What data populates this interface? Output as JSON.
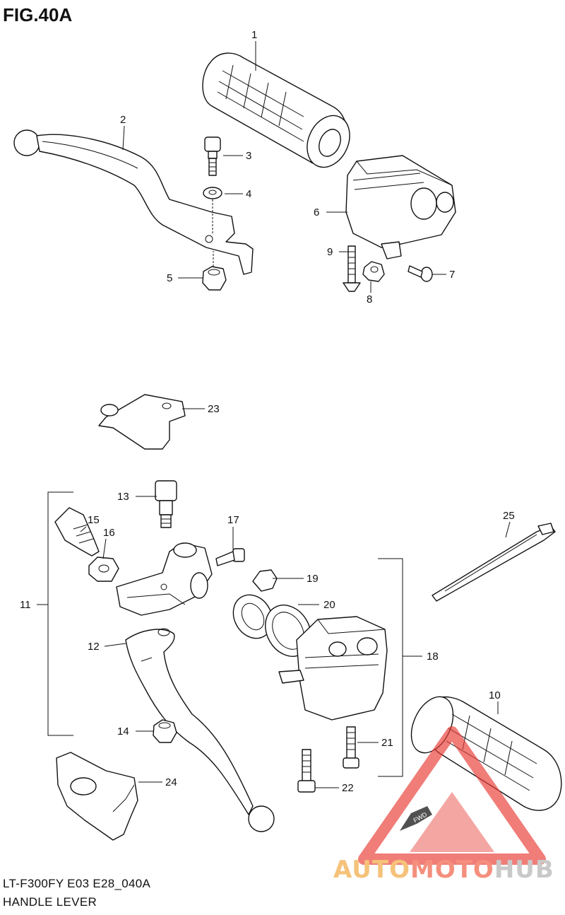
{
  "figure": {
    "title": "FIG.40A"
  },
  "footer": {
    "code": "LT-F300FY E03 E28_040A",
    "caption": "HANDLE LEVER"
  },
  "watermark": {
    "part1": "AUTO",
    "part2": "MOTO",
    "part3": "HUB",
    "arrow_text": "FWD"
  },
  "callouts": [
    "1",
    "2",
    "3",
    "4",
    "5",
    "6",
    "7",
    "8",
    "9",
    "10",
    "11",
    "12",
    "13",
    "14",
    "15",
    "16",
    "17",
    "18",
    "19",
    "20",
    "21",
    "22",
    "23",
    "24",
    "25"
  ],
  "colors": {
    "line": "#111111",
    "watermark_red": "#e8403a",
    "watermark_orange": "#f5b45f",
    "watermark_grey": "#c9c9c9"
  }
}
